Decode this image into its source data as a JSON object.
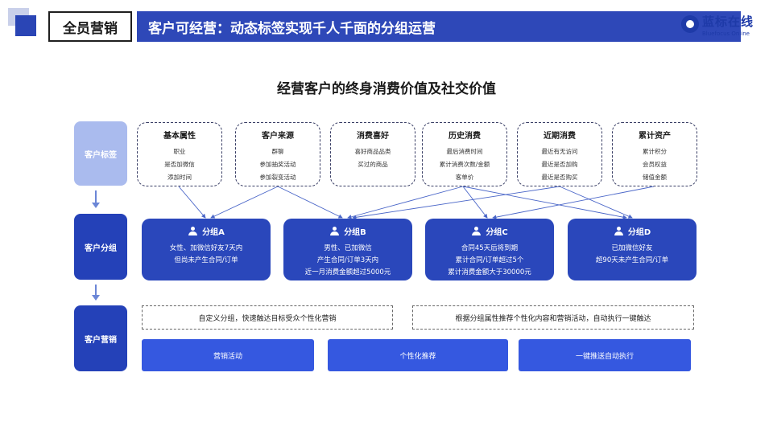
{
  "header": {
    "tag": "全员营销",
    "title": "客户可经营：动态标签实现千人千面的分组运营",
    "brand_name": "蓝标在线",
    "brand_sub": "Bluefocus Online"
  },
  "main_title": "经营客户的终身消费价值及社交价值",
  "left_column": {
    "row1": "客户标签",
    "row2": "客户分组",
    "row3": "客户营销"
  },
  "attributes": [
    {
      "title": "基本属性",
      "items": [
        "职业",
        "是否加微信",
        "添加时间"
      ]
    },
    {
      "title": "客户来源",
      "items": [
        "群聊",
        "参加抽奖活动",
        "参加裂变活动"
      ]
    },
    {
      "title": "消费喜好",
      "items": [
        "喜好商品品类",
        "买过的商品"
      ]
    },
    {
      "title": "历史消费",
      "items": [
        "最后消费时间",
        "累计消费次数/金额",
        "客单价"
      ]
    },
    {
      "title": "近期消费",
      "items": [
        "最近有无访问",
        "最近是否加购",
        "最近是否购买"
      ]
    },
    {
      "title": "累计资产",
      "items": [
        "累计积分",
        "会员权益",
        "储值金额"
      ]
    }
  ],
  "groups": [
    {
      "name": "分组A",
      "lines": [
        "女性、加微信好友7天内",
        "但尚未产生合同/订单"
      ]
    },
    {
      "name": "分组B",
      "lines": [
        "男性、已加微信",
        "产生合同/订单3天内",
        "近一月消费金额超过5000元"
      ]
    },
    {
      "name": "分组C",
      "lines": [
        "合同45天后将到期",
        "累计合同/订单超过5个",
        "累计消费金额大于30000元"
      ]
    },
    {
      "name": "分组D",
      "lines": [
        "已加微信好友",
        "超90天未产生合同/订单"
      ]
    }
  ],
  "marketing": {
    "dashed_1": "自定义分组，快速触达目标受众个性化营销",
    "dashed_2": "根据分组属性推荐个性化内容和营销活动，自动执行一键触达",
    "blue_1": "营销活动",
    "blue_2": "个性化推荐",
    "blue_3": "一键推送自动执行"
  }
}
